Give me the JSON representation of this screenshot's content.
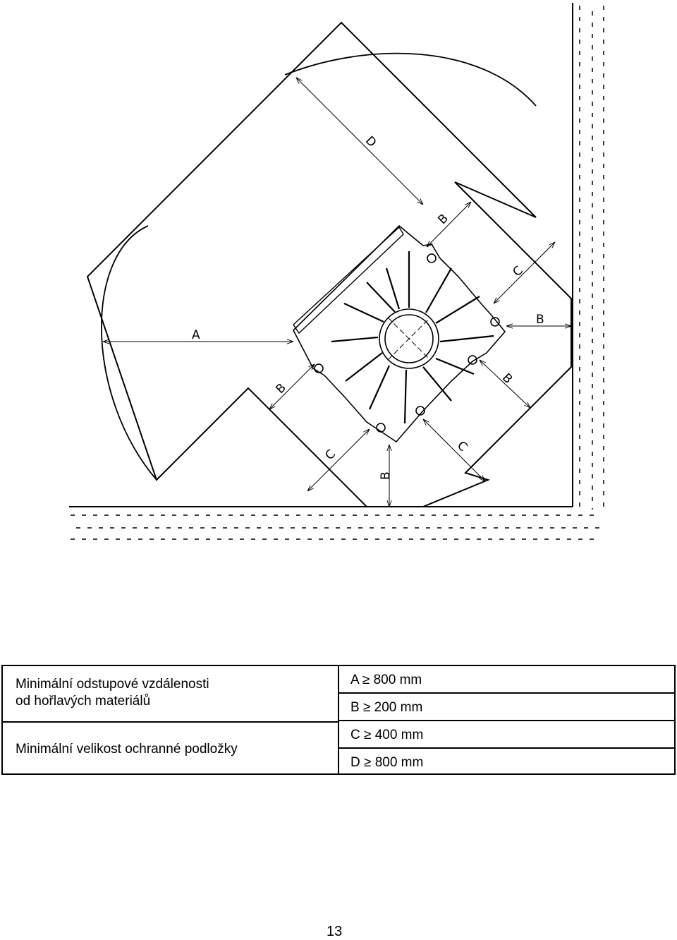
{
  "diagram": {
    "labels": {
      "A": "A",
      "B": "B",
      "C": "C",
      "D": "D"
    }
  },
  "table": {
    "title_line1": "Minimální odstupové vzdálenosti",
    "title_line2": "od hořlavých materiálů",
    "subtitle": "Minimální velikost ochranné podložky",
    "values": [
      "A ≥ 800 mm",
      "B ≥ 200 mm",
      "C ≥ 400 mm",
      "D ≥ 800 mm"
    ]
  },
  "page_number": "13"
}
